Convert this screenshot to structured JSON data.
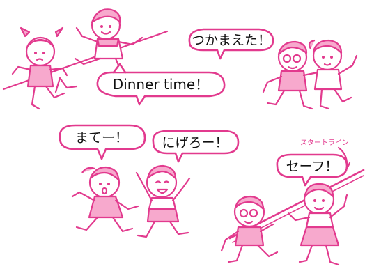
{
  "scene": {
    "colors": {
      "ink": "#e23a8e",
      "ink_light": "#f7a9cd",
      "text": "#111111",
      "background": "#ffffff"
    },
    "bubbles": {
      "tsukamaeta": "つかまえた！",
      "dinner": "Dinner time！",
      "matee": "まてー！",
      "nigero": "にげろー！",
      "safe": "セーフ！"
    },
    "labels": {
      "start_line": "スタートライン"
    }
  }
}
